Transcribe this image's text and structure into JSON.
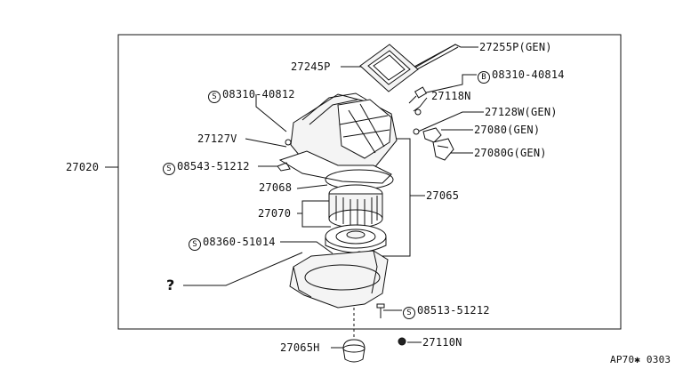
{
  "figure_code": "AP70✱ 0303",
  "question_mark": "?",
  "labels": {
    "p27020": "27020",
    "p27255p": "27255P(GEN)",
    "p27245p": "27245P",
    "b08310_40814": {
      "prefix": "B",
      "text": "08310-40814"
    },
    "s08310_40812": {
      "prefix": "S",
      "text": "08310-40812"
    },
    "p27118n": "27118N",
    "p27128w": "27128W(GEN)",
    "p27080": "27080(GEN)",
    "p27080g": "27080G(GEN)",
    "p27127v": "27127V",
    "s08543_51212": {
      "prefix": "S",
      "text": "08543-51212"
    },
    "p27068": "27068",
    "p27065": "27065",
    "p27070": "27070",
    "s08360_51014": {
      "prefix": "S",
      "text": "08360-51014"
    },
    "s08513_51212": {
      "prefix": "S",
      "text": "08513-51212"
    },
    "p27065h": "27065H",
    "p27110n": "27110N"
  }
}
